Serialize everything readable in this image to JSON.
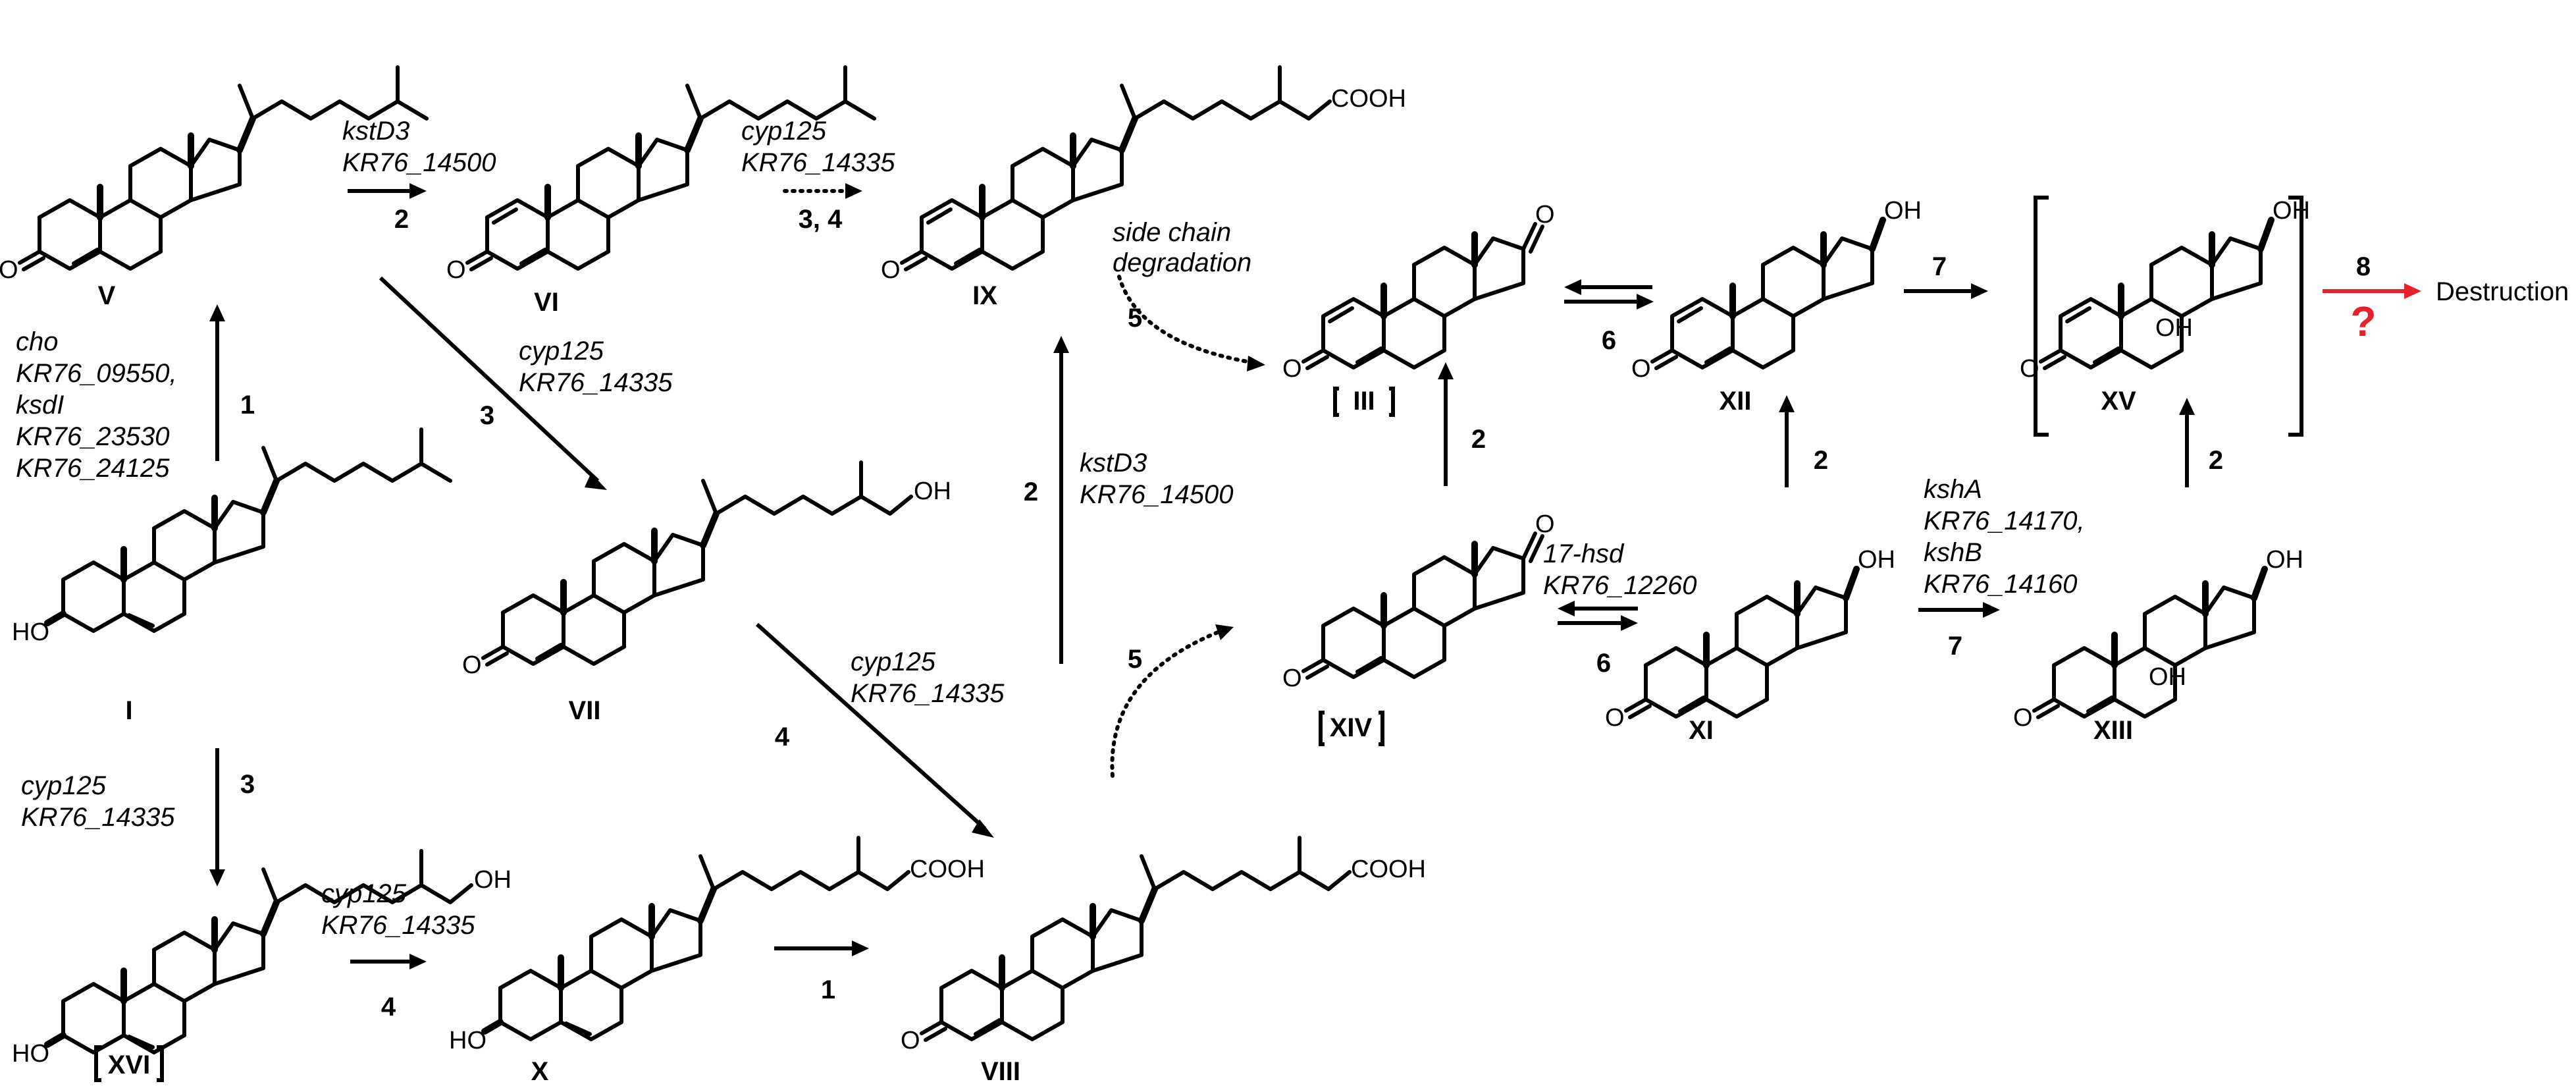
{
  "compounds": {
    "I": "I",
    "III": "III",
    "V": "V",
    "VI": "VI",
    "VII": "VII",
    "VIII": "VIII",
    "IX": "IX",
    "X": "X",
    "XI": "XI",
    "XII": "XII",
    "XIII": "XIII",
    "XIV": "XIV",
    "XV": "XV",
    "XVI": "XVI"
  },
  "atoms": {
    "O": "O",
    "HO": "HO",
    "OH": "OH",
    "COOH": "COOH"
  },
  "steps": {
    "s1_I_V": "1",
    "s2_V_VI": "2",
    "s34_VI_IX": "3, 4",
    "s3_V_VII": "3",
    "s2_VIII_IX": "2",
    "s5_IX_III": "5",
    "s4_VII_VIII": "4",
    "s3_I_XVI": "3",
    "s4_XVI_X": "4",
    "s1_X_VIII": "1",
    "s5_VIII_XIV": "5",
    "s2_XIV_III": "2",
    "s6_III_XII": "6",
    "s2_XI_XII": "2",
    "s6_XIV_XI": "6",
    "s7_XII_XV": "7",
    "s7_XI_XIII": "7",
    "s2_XIII_XV": "2",
    "s8_XV_dest": "8"
  },
  "genes": {
    "kstD3_a": "kstD3",
    "kr_14500_a": "KR76_14500",
    "cyp125_a": "cyp125",
    "kr_14335_a": "KR76_14335",
    "cyp125_b": "cyp125",
    "kr_14335_b": "KR76_14335",
    "cho": "cho",
    "kr_09550": "KR76_09550,",
    "ksdI": "ksdI",
    "kr_23530": "KR76_23530",
    "kr_24125": "KR76_24125",
    "kstD3_b": "kstD3",
    "kr_14500_b": "KR76_14500",
    "cyp125_c": "cyp125",
    "kr_14335_c": "KR76_14335",
    "cyp125_d": "cyp125",
    "kr_14335_d": "KR76_14335",
    "cyp125_e": "cyp125",
    "kr_14335_e": "KR76_14335",
    "hsd17": "17-hsd",
    "kr_12260": "KR76_12260",
    "kshA": "kshA",
    "kr_14170": "KR76_14170,",
    "kshB": "kshB",
    "kr_14160": "KR76_14160"
  },
  "notes": {
    "side_chain_1": "side chain",
    "side_chain_2": "degradation",
    "destruction": "Destruction",
    "unknown": "?"
  },
  "colors": {
    "ink": "#000000",
    "accent": "#e8202a",
    "background": "#ffffff"
  }
}
